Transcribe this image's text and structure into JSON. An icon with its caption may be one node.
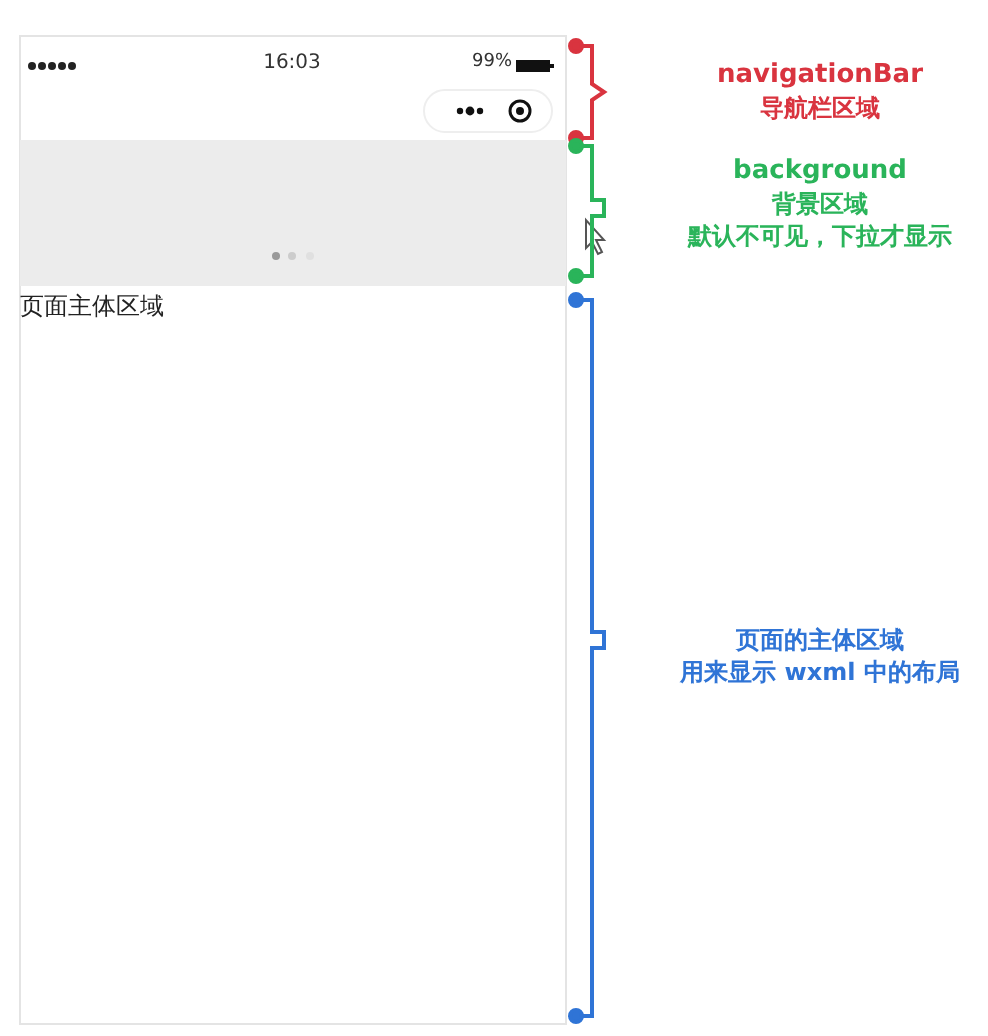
{
  "diagram": {
    "labels": [
      "16:03",
      "99%",
      "页面主体区域",
      "navigationBar",
      "导航栏区域",
      "background",
      "背景区域",
      "默认不可见，下拉才显示",
      "页面的主体区域",
      "用来显示 wxml 中的布局"
    ]
  }
}
